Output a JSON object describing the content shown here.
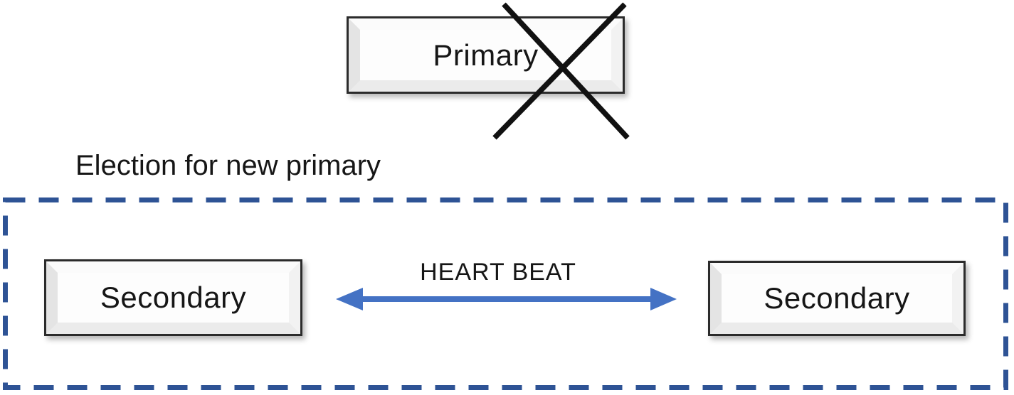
{
  "colors": {
    "dashed_border": "#2e5395",
    "arrow_blue": "#4472c4",
    "box_border": "#2b2b2b",
    "cross_black": "#111111",
    "text_black": "#161616"
  },
  "diagram": {
    "caption": "Election for new primary",
    "primary_node": {
      "label": "Primary"
    },
    "secondary_left": {
      "label": "Secondary"
    },
    "secondary_right": {
      "label": "Secondary"
    },
    "heartbeat_link": {
      "label": "HEART BEAT"
    }
  }
}
